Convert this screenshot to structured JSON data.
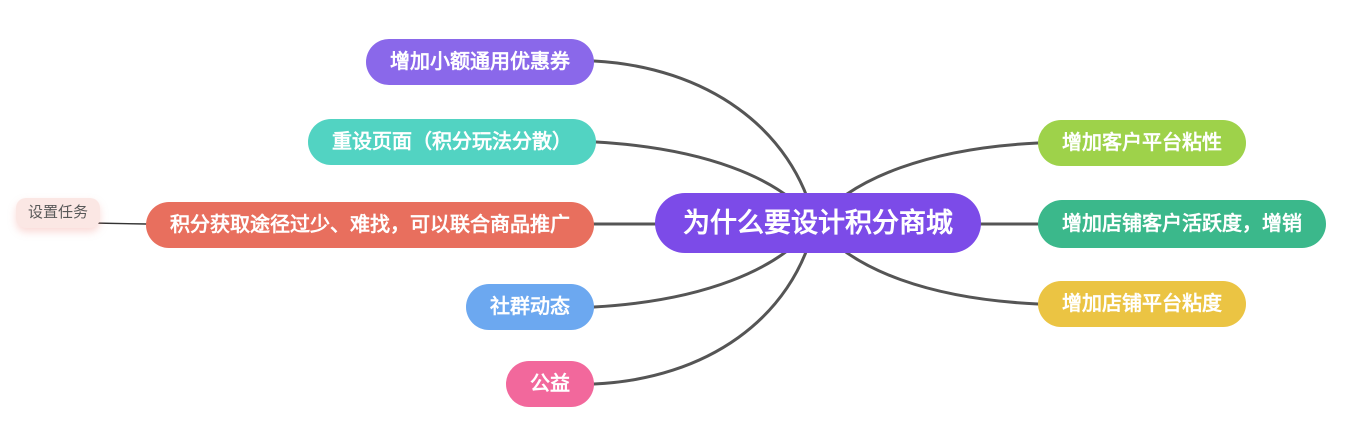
{
  "map": {
    "center": {
      "label": "为什么要设计积分商城",
      "color": "#7C4BE8"
    },
    "left_branches": [
      {
        "label": "增加小额通用优惠券",
        "color": "#8A68EA"
      },
      {
        "label": "重设页面（积分玩法分散）",
        "color": "#52D3C2"
      },
      {
        "label": "积分获取途径过少、难找，可以联合商品推广",
        "color": "#E86F5E"
      },
      {
        "label": "社群动态",
        "color": "#6CA8F0"
      },
      {
        "label": "公益",
        "color": "#F2689C"
      }
    ],
    "right_branches": [
      {
        "label": "增加客户平台粘性",
        "color": "#9ED24A"
      },
      {
        "label": "增加店铺客户活跃度，增销",
        "color": "#3BB88B"
      },
      {
        "label": "增加店铺平台粘度",
        "color": "#EBC443"
      }
    ],
    "floating_note": {
      "text": "设置任务",
      "bg": "#FBE7E4",
      "text_color": "#595959"
    },
    "node_text_color": "#ffffff",
    "edge_color": "#555555",
    "note_line_color": "#333333"
  }
}
